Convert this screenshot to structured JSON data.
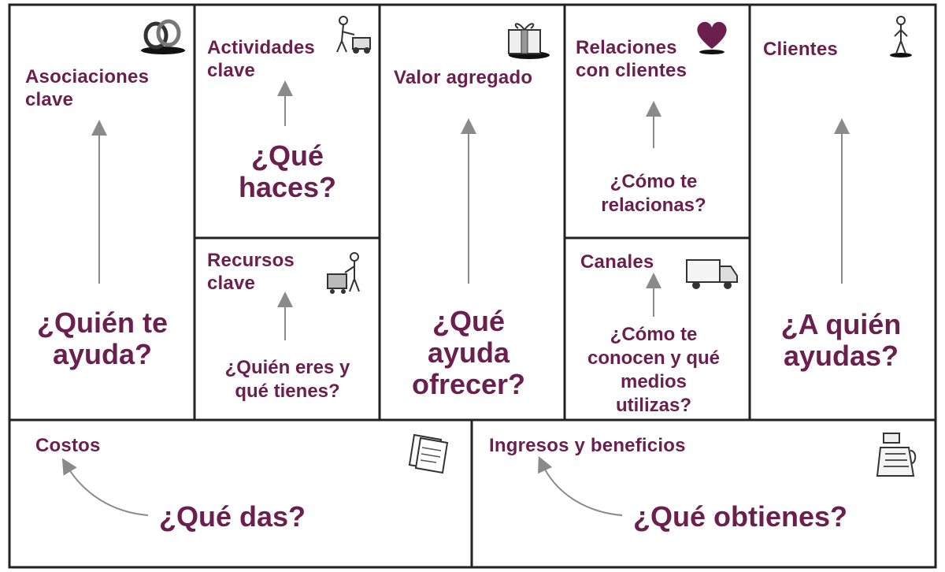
{
  "colors": {
    "text": "#6b1f4f",
    "grid": "#222222",
    "arrow": "#8a8a8a",
    "heart": "#6b1f4f"
  },
  "blocks": {
    "asociaciones": {
      "title": "Asociaciones clave",
      "question": "¿Quién te ayuda?",
      "icon": "rings-icon"
    },
    "actividades": {
      "title": "Actividades clave",
      "question": "¿Qué haces?",
      "icon": "worker-lawnmower-icon"
    },
    "recursos": {
      "title": "Recursos clave",
      "question": "¿Quién eres y qué tienes?",
      "icon": "person-with-cart-icon"
    },
    "valor": {
      "title": "Valor agregado",
      "question": "¿Qué ayuda ofrecer?",
      "icon": "gift-box-icon"
    },
    "relaciones": {
      "title": "Relaciones con clientes",
      "question": "¿Cómo te relacionas?",
      "icon": "heart-icon"
    },
    "canales": {
      "title": "Canales",
      "question": "¿Cómo te conocen y qué medios utilizas?",
      "icon": "truck-icon"
    },
    "clientes": {
      "title": "Clientes",
      "question": "¿A quién ayudas?",
      "icon": "standing-person-icon"
    },
    "costos": {
      "title": "Costos",
      "question": "¿Qué das?",
      "icon": "receipts-icon"
    },
    "ingresos": {
      "title": "Ingresos y beneficios",
      "question": "¿Qué obtienes?",
      "icon": "cash-register-icon"
    }
  }
}
